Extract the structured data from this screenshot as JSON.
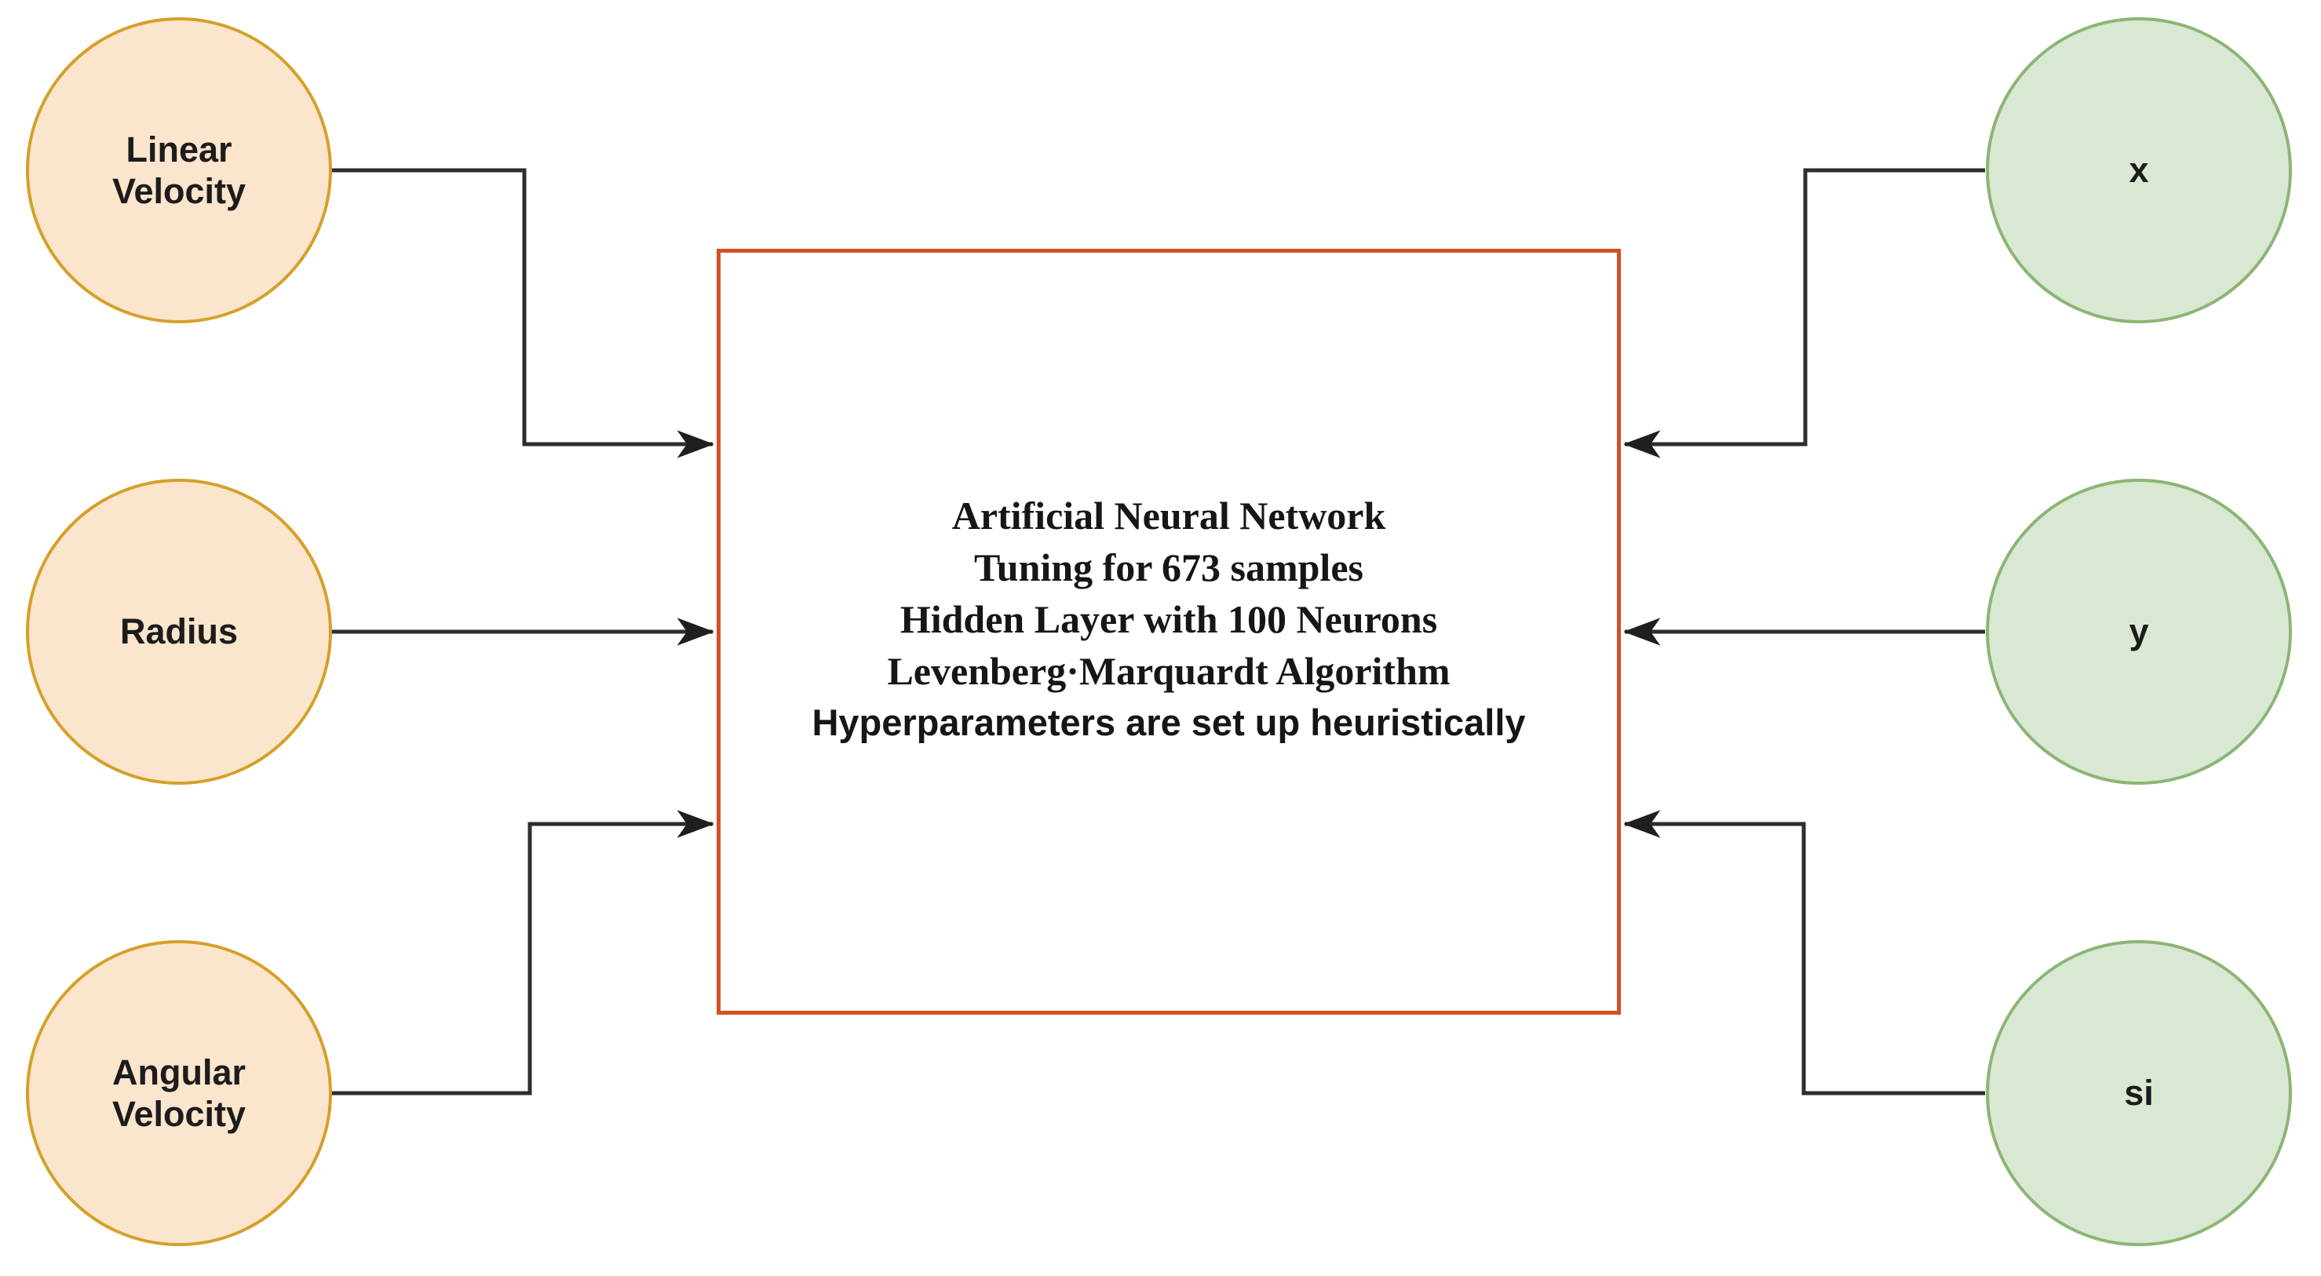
{
  "diagram": {
    "type": "flow-diagram",
    "inputs": [
      {
        "id": "linear-velocity",
        "lines": [
          "Linear",
          "Velocity"
        ]
      },
      {
        "id": "radius",
        "lines": [
          "Radius"
        ]
      },
      {
        "id": "angular-velocity",
        "lines": [
          "Angular",
          "Velocity"
        ]
      }
    ],
    "outputs": [
      {
        "id": "x",
        "lines": [
          "x"
        ]
      },
      {
        "id": "y",
        "lines": [
          "y"
        ]
      },
      {
        "id": "si",
        "lines": [
          "si"
        ]
      }
    ],
    "process_box": {
      "lines": [
        "Artificial Neural Network",
        "Tuning for 673 samples",
        "Hidden Layer with 100 Neurons",
        "Levenberg·Marquardt Algorithm",
        "Hyperparameters are set up heuristically"
      ]
    },
    "colors": {
      "input_fill": "#fce5cd",
      "input_border": "#d5a02a",
      "output_fill": "#d9e8d3",
      "output_border": "#8cb574",
      "box_border": "#d25023",
      "connector": "#2d2d2d",
      "text": "#1c1c1c",
      "background": "#ffffff"
    }
  }
}
